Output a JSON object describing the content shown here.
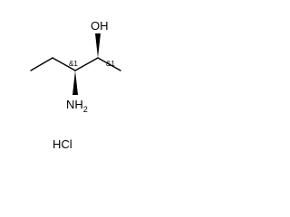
{
  "structure": {
    "atoms": {
      "hydroxyl": "OH",
      "amine": "NH2",
      "amine_base": "NH",
      "amine_subscript": "2"
    },
    "stereo_labels": {
      "c3": "&1",
      "c2": "&1"
    },
    "salt": "HCl"
  },
  "colors": {
    "ink": "#000000",
    "background": "#ffffff"
  }
}
